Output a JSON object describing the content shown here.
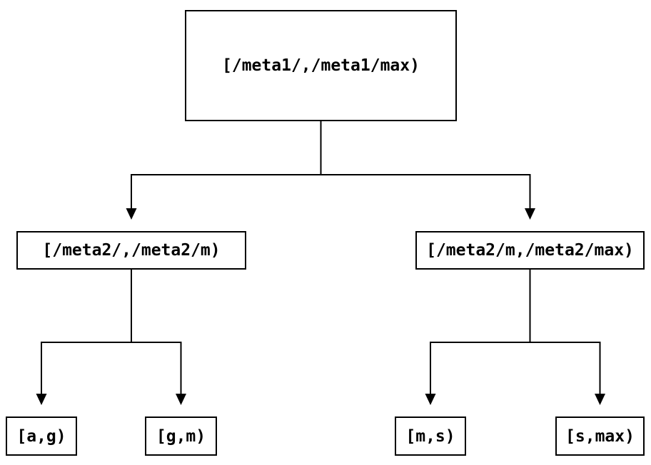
{
  "diagram": {
    "type": "tree",
    "background_color": "#ffffff",
    "line_color": "#000000",
    "text_color": "#000000",
    "nodes": {
      "root": {
        "label": "[/meta1/,/meta1/max)"
      },
      "left_child": {
        "label": "[/meta2/,/meta2/m)"
      },
      "right_child": {
        "label": "[/meta2/m,/meta2/max)"
      },
      "leaf_1": {
        "label": "[a,g)"
      },
      "leaf_2": {
        "label": "[g,m)"
      },
      "leaf_3": {
        "label": "[m,s)"
      },
      "leaf_4": {
        "label": "[s,max)"
      }
    },
    "edges": [
      {
        "from": "root",
        "to": "left_child"
      },
      {
        "from": "root",
        "to": "right_child"
      },
      {
        "from": "left_child",
        "to": "leaf_1"
      },
      {
        "from": "left_child",
        "to": "leaf_2"
      },
      {
        "from": "right_child",
        "to": "leaf_3"
      },
      {
        "from": "right_child",
        "to": "leaf_4"
      }
    ]
  }
}
